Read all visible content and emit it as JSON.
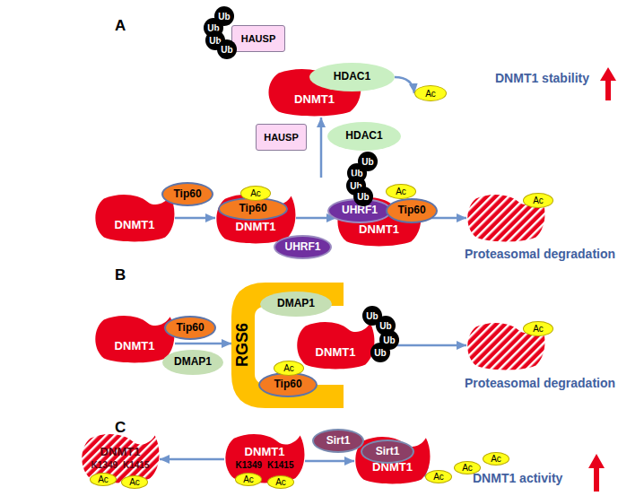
{
  "diagram": {
    "nodes": [
      {
        "text": [
          "Ub"
        ]
      },
      {
        "text": [
          "Ub"
        ]
      },
      {
        "text": [
          "Ub"
        ]
      },
      {
        "text": [
          "Ub"
        ]
      },
      {
        "text": [
          "HAUSP"
        ]
      },
      {
        "text": [
          "DNMT1"
        ]
      },
      {
        "text": [
          "HDAC1"
        ]
      },
      {
        "text": [
          "Ac"
        ]
      },
      {
        "text": [
          "HAUSP"
        ]
      },
      {
        "text": [
          "HDAC1"
        ]
      },
      {
        "text": [
          "DNMT1"
        ]
      },
      {
        "text": [
          "Tip60"
        ]
      },
      {
        "text": [
          "DNMT1"
        ]
      },
      {
        "text": [
          "Tip60"
        ],
        "in": 12
      },
      {
        "text": [
          "Ac"
        ]
      },
      {
        "text": [
          "UHRF1"
        ]
      },
      {
        "text": [
          "Ub"
        ]
      },
      {
        "text": [
          "Ub"
        ]
      },
      {
        "text": [
          "Ub"
        ]
      },
      {
        "text": [
          "Ub"
        ]
      },
      {
        "text": [
          "DNMT1"
        ]
      },
      {
        "text": [
          "UHRF1"
        ]
      },
      {
        "text": [
          "Tip60"
        ]
      },
      {
        "text": [
          "Ac"
        ]
      },
      {
        "text": []
      },
      {
        "text": [
          "Ac"
        ]
      },
      {
        "text": [
          "DNMT1"
        ]
      },
      {
        "text": [
          "Tip60"
        ]
      },
      {
        "text": [
          "DMAP1"
        ]
      },
      {
        "text": [
          "RGS6"
        ]
      },
      {
        "text": [
          "DMAP1"
        ]
      },
      {
        "text": [
          "DNMT1"
        ]
      },
      {
        "text": [
          "Ub"
        ]
      },
      {
        "text": [
          "Ub"
        ]
      },
      {
        "text": [
          "Ub"
        ]
      },
      {
        "text": [
          "Ub"
        ]
      },
      {
        "text": [
          "Tip60"
        ]
      },
      {
        "text": [
          "Ac"
        ]
      },
      {
        "text": []
      },
      {
        "text": [
          "Ac"
        ]
      },
      {
        "text": [
          "DNMT1",
          "K1349",
          "K1415"
        ]
      },
      {
        "text": [
          "Ac"
        ]
      },
      {
        "text": [
          "Ac"
        ]
      },
      {
        "text": [
          "DNMT1",
          "K1349",
          "K1415"
        ]
      },
      {
        "text": [
          "Ac"
        ]
      },
      {
        "text": [
          "Ac"
        ]
      },
      {
        "text": [
          "Sirt1"
        ]
      },
      {
        "text": [
          "DNMT1"
        ]
      },
      {
        "text": [
          "Sirt1"
        ],
        "in": 47
      },
      {
        "text": [
          "Ac"
        ]
      },
      {
        "text": [
          "Ac"
        ]
      },
      {
        "text": [
          "Ac"
        ]
      }
    ],
    "edges": [
      {
        "from": 6,
        "to": 7,
        "arrow": "to"
      },
      {
        "from": 10,
        "to": 12,
        "arrow": "to"
      },
      {
        "from": 12,
        "to": 20,
        "arrow": "to"
      },
      {
        "from": 20,
        "to": 24,
        "arrow": "to"
      },
      {
        "from": 26,
        "to": 29,
        "arrow": "to"
      },
      {
        "from": 31,
        "to": 38,
        "arrow": "to"
      },
      {
        "from": 43,
        "to": 40,
        "arrow": "to"
      },
      {
        "from": 43,
        "to": 47,
        "arrow": "to"
      },
      {
        "from": 48,
        "to": 49,
        "arrow": "to"
      }
    ],
    "labels": [
      "A",
      "DNMT1 stability",
      "Proteasomal degradation",
      "B",
      "Proteasomal degradation",
      "C",
      "DNMT1 activity"
    ]
  }
}
